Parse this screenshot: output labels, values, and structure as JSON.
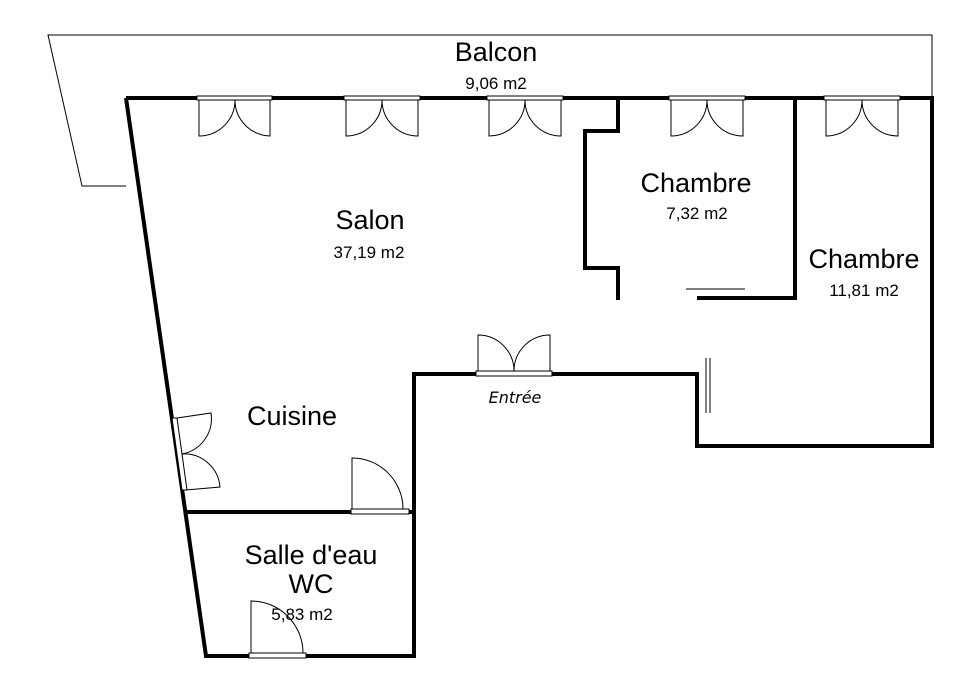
{
  "rooms": {
    "balcon": {
      "name": "Balcon",
      "area": "9,06 m2"
    },
    "salon": {
      "name": "Salon",
      "area": "37,19 m2"
    },
    "chambre1": {
      "name": "Chambre",
      "area": "7,32 m2"
    },
    "chambre2": {
      "name": "Chambre",
      "area": "11,81 m2"
    },
    "cuisine": {
      "name": "Cuisine"
    },
    "salle_eau": {
      "name_line1": "Salle d'eau",
      "name_line2": "WC",
      "area": "5,83 m2"
    }
  },
  "entree": {
    "label": "Entrée"
  }
}
